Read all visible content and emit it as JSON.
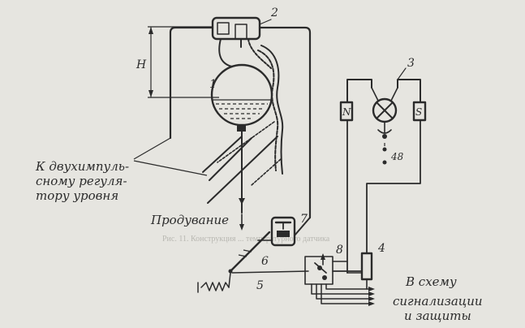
{
  "labels": {
    "n1": "1",
    "n2": "2",
    "n3": "3",
    "n4": "4",
    "n5": "5",
    "n6": "6",
    "n7": "7",
    "n8": "8",
    "height": "H",
    "voltage": "48",
    "pole_n": "N",
    "pole_s": "S"
  },
  "annotations": {
    "regulator_line1": "К двухимпуль-",
    "regulator_line2": "сному регуля-",
    "regulator_line3": "тору уровня",
    "blowdown": "Продувание",
    "output_line1": "В схему",
    "output_line2": "сигнализации",
    "output_line3": "и защиты"
  },
  "background_text": {
    "caption_fragment": "Рис. 11. Конструкция ... температурного датчика"
  }
}
